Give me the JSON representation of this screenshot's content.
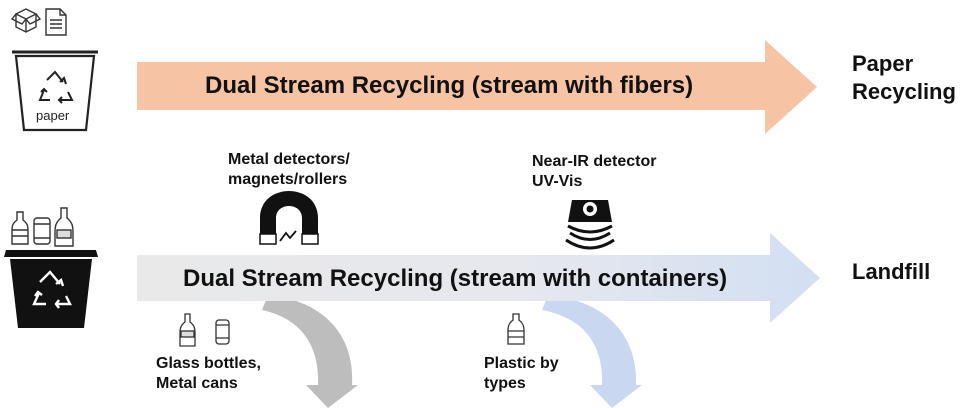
{
  "paper_stream": {
    "label": "Dual Stream Recycling (stream with fibers)",
    "destination": [
      "Paper",
      "Recycling"
    ],
    "bin_text": "paper",
    "color": "#f6c3a4"
  },
  "container_stream": {
    "label": "Dual Stream Recycling (stream with containers)",
    "destination": "Landfill",
    "color": "#e8e8ea",
    "tip_color": "#d6e0f0"
  },
  "detectors": [
    {
      "lines": [
        "Metal detectors/",
        "magnets/rollers"
      ],
      "icon": "magnet-icon"
    },
    {
      "lines": [
        "Near-IR detector",
        "UV-Vis"
      ],
      "icon": "sensor-icon"
    }
  ],
  "outputs": [
    {
      "lines": [
        "Glass bottles,",
        "Metal cans"
      ],
      "color": "#bdbdbd",
      "icons": [
        "bottle-icon",
        "can-icon"
      ]
    },
    {
      "lines": [
        "Plastic by",
        "types"
      ],
      "color": "#c9d8f0",
      "icons": [
        "plastic-bottle-icon"
      ]
    }
  ]
}
